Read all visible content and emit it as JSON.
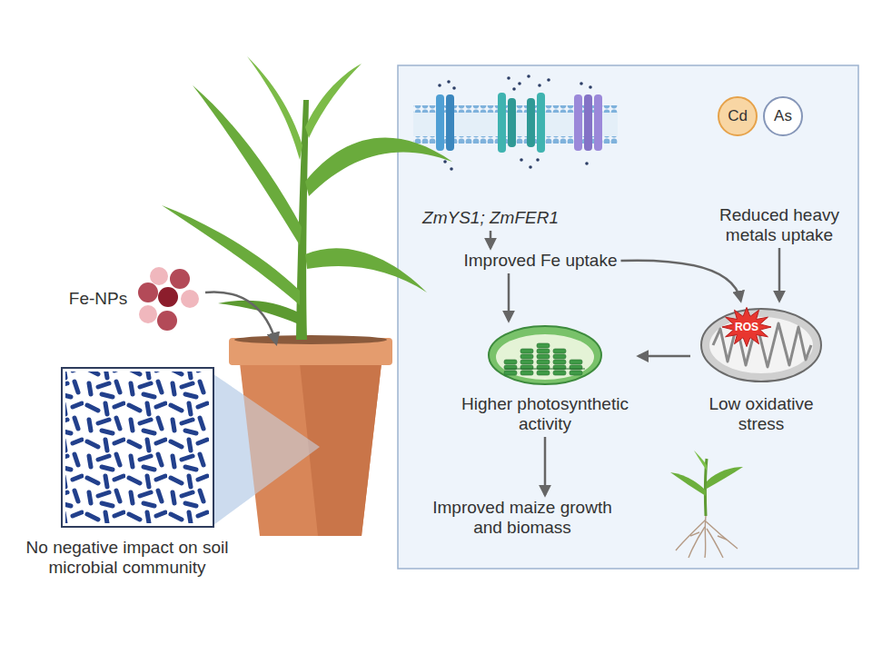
{
  "diagram": {
    "nodes": [
      {
        "text": [
          "ZmYS1; ZmFER1"
        ]
      },
      {
        "text": [
          "Cd"
        ]
      },
      {
        "text": [
          "As"
        ]
      },
      {
        "text": [
          "Improved Fe uptake"
        ]
      },
      {
        "text": [
          "Reduced heavy metals uptake"
        ]
      },
      {
        "text": [
          "Higher photosynthetic activity"
        ]
      },
      {
        "text": [
          "ROS",
          "Low oxidative stress"
        ]
      },
      {
        "text": [
          "Improved maize growth and biomass"
        ]
      }
    ],
    "edges": [
      {
        "from": 0,
        "to": 3,
        "arrow": "to"
      },
      {
        "from": 3,
        "to": 5,
        "arrow": "to"
      },
      {
        "from": 3,
        "to": 6,
        "arrow": "to"
      },
      {
        "from": 4,
        "to": 6,
        "arrow": "to"
      },
      {
        "from": 6,
        "to": 5,
        "arrow": "to"
      },
      {
        "from": 5,
        "to": 7,
        "arrow": "to"
      }
    ],
    "labels": [
      "Fe-NPs",
      "No negative impact on soil microbial community"
    ]
  }
}
